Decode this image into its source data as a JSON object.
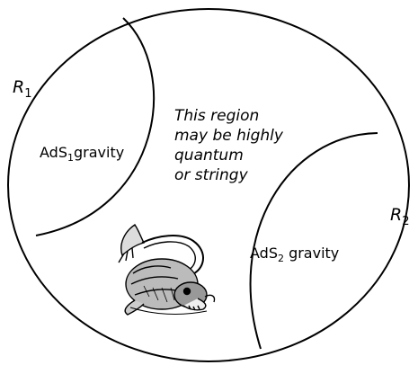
{
  "labels": {
    "r1": {
      "main": "R",
      "sub": "1"
    },
    "r2": {
      "main": "R",
      "sub": "2"
    },
    "ads1": {
      "prefix": "AdS",
      "sub": "1",
      "suffix": "gravity"
    },
    "ads2": {
      "prefix": "AdS",
      "sub": "2",
      "suffix": " gravity"
    },
    "center_note": [
      "This region",
      "may be highly",
      "quantum",
      "or stringy"
    ]
  },
  "colors": {
    "stroke": "#000000",
    "background": "#ffffff"
  },
  "illustration": {
    "icon": "sea-monster-illustration"
  }
}
